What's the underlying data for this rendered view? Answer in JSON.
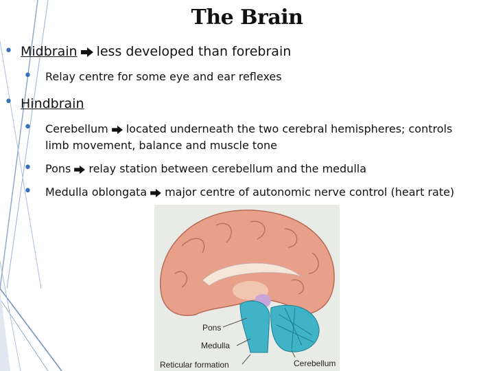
{
  "title": "The Brain",
  "items": [
    {
      "heading": "Midbrain",
      "desc": "less developed than forebrain"
    },
    {
      "sub": "Relay centre for some eye and ear reflexes"
    },
    {
      "heading": "Hindbrain"
    },
    {
      "heading": "Cerebellum",
      "desc": "located underneath the two cerebral hemispheres; controls",
      "cont": "limb movement, balance and muscle tone"
    },
    {
      "heading": "Pons",
      "desc": "relay station between cerebellum and the medulla"
    },
    {
      "heading": "Medulla oblongata",
      "desc": "major centre of autonomic nerve control (heart rate)"
    }
  ],
  "figure_labels": {
    "pons": "Pons",
    "medulla": "Medulla",
    "reticular": "Reticular formation",
    "cerebellum": "Cerebellum"
  },
  "colors": {
    "bullet": "#3b6fb6",
    "brain": "#e8a08a",
    "cerebellum": "#3fb3c8",
    "pons": "#c7a7d8",
    "deco_line": "#6b8fb8"
  }
}
